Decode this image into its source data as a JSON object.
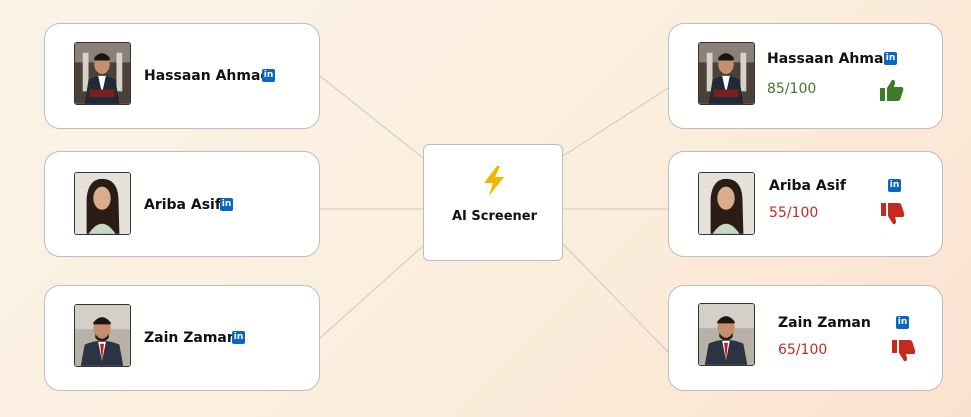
{
  "colors": {
    "linkedin": "#0a66c2",
    "pass": "#3d7a2a",
    "fail": "#c42b1c",
    "lightning": "#f4b400"
  },
  "screener": {
    "label": "AI Screener",
    "icon": "lightning-icon"
  },
  "inputs": [
    {
      "name": "Hassaan Ahmad",
      "icon": "linkedin-icon"
    },
    {
      "name": "Ariba Asif",
      "icon": "linkedin-icon"
    },
    {
      "name": "Zain Zaman",
      "icon": "linkedin-icon"
    }
  ],
  "results": [
    {
      "name": "Hassaan Ahmad",
      "score": "85/100",
      "verdict": "thumbs-up-icon"
    },
    {
      "name": "Ariba Asif",
      "score": "55/100",
      "verdict": "thumbs-down-icon"
    },
    {
      "name": "Zain Zaman",
      "score": "65/100",
      "verdict": "thumbs-down-icon"
    }
  ],
  "linkedin_glyph": "in"
}
